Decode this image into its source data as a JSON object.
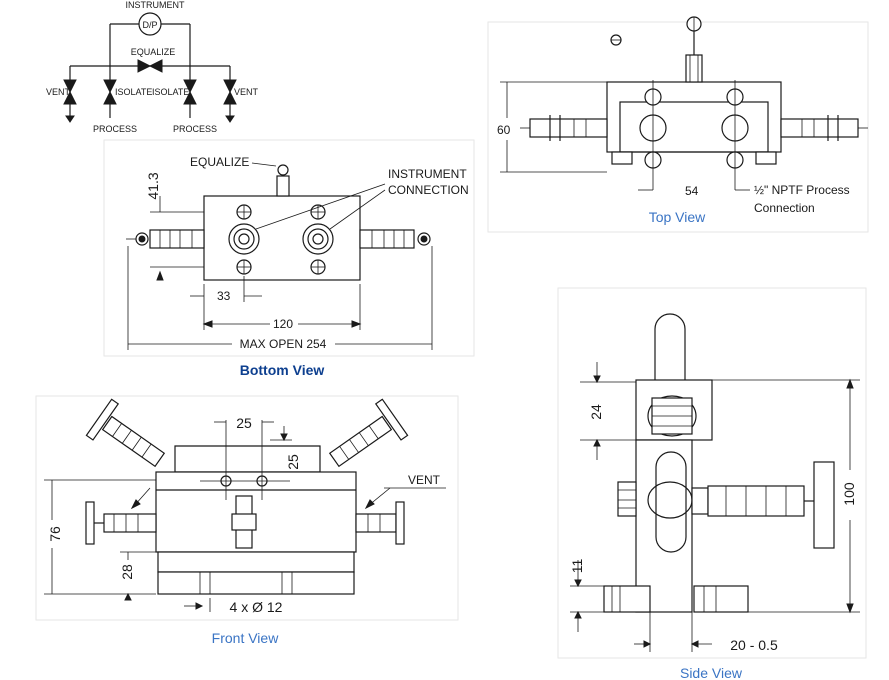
{
  "schematic": {
    "instrument": "INSTRUMENT",
    "gauge": "D/P",
    "equalize": "EQUALIZE",
    "vent_left": "VENT",
    "vent_right": "VENT",
    "isolate_left": "ISOLATE",
    "isolate_right": "ISOLATE",
    "process_left": "PROCESS",
    "process_right": "PROCESS"
  },
  "bottom_view": {
    "caption": "Bottom  View",
    "equalize": "EQUALIZE",
    "instrument_connection_1": "INSTRUMENT",
    "instrument_connection_2": "CONNECTION",
    "dim_height": "41.3",
    "dim_offset": "33",
    "dim_width": "120",
    "dim_max": "MAX OPEN 254"
  },
  "top_view": {
    "caption": "Top View",
    "dim_height": "60",
    "dim_spacing": "54",
    "npt_1": "½\" NPTF Process",
    "npt_2": "Connection"
  },
  "front_view": {
    "caption": "Front    View",
    "vent": "VENT",
    "dim_hspace": "25",
    "dim_vspace": "25",
    "dim_height": "76",
    "dim_base": "28",
    "dim_holes": "4 x Ø 12"
  },
  "side_view": {
    "caption": "Side    View",
    "dim_top": "24",
    "dim_height": "100",
    "dim_bottom": "11",
    "dim_width": "20 - 0.5"
  },
  "colors": {
    "caption_blue": "#0d3f8f",
    "caption_light_blue": "#3a74c4",
    "line": "#1a1a1a"
  }
}
